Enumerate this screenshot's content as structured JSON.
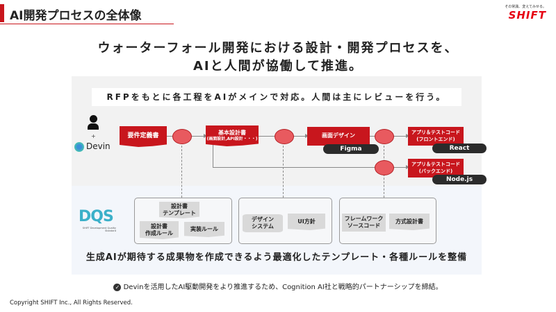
{
  "header": {
    "title": "AI開発プロセスの全体像",
    "logo_tagline": "その常識、変えてみせる。",
    "logo": "SHIFT"
  },
  "headline": [
    "ウォーターフォール開発における設計・開発プロセスを、",
    "AIと人間が協働して推進。"
  ],
  "subheader": "RFPをもとに各工程をAIがメインで対応。人間は主にレビューを行う。",
  "actors": {
    "plus": "+",
    "ai": "Devin"
  },
  "flow": {
    "requirements": "要件定義書",
    "basic_design": {
      "title": "基本設計書",
      "sub": "(画面設計,API設計・・・)"
    },
    "screen_design": "画面デザイン",
    "figma": "Figma",
    "frontend": {
      "title": "アプリ＆テストコード",
      "sub": "(フロントエンド)",
      "tool": "React"
    },
    "backend": {
      "title": "アプリ＆テストコード",
      "sub": "(バックエンド)",
      "tool": "Node.js"
    }
  },
  "dqs": {
    "logo": "DQS",
    "logo_sub": "SHIFT Development Quality Standard"
  },
  "groups": [
    {
      "items": [
        "設計書\nテンプレート",
        "設計書\n作成ルール",
        "実装ルール"
      ]
    },
    {
      "items": [
        "デザイン\nシステム",
        "UI方針"
      ]
    },
    {
      "items": [
        "フレームワーク\nソースコード",
        "方式設計書"
      ]
    }
  ],
  "bottom_text": "生成AIが期待する成果物を作成できるよう最適化したテンプレート・各種ルールを整備",
  "note": "Devinを活用したAI駆動開発をより推進するため、Cognition AI社と戦略的パートナーシップを締結。",
  "copyright": "Copyright SHIFT Inc., All Rights Reserved."
}
